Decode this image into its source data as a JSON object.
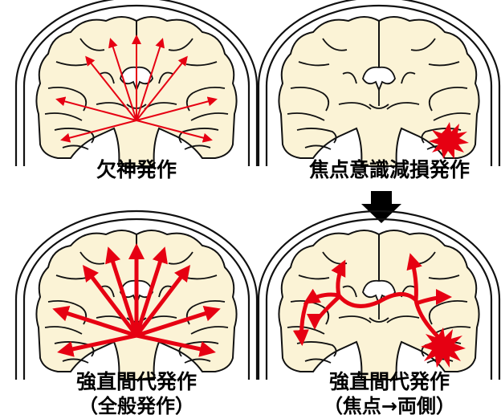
{
  "colors": {
    "brain_fill": "#fbf3d6",
    "outline": "#111111",
    "arrow_red": "#e60012",
    "focus_red": "#e60012",
    "transition_arrow": "#000000"
  },
  "panels": [
    {
      "id": "absence",
      "caption": "欠神発作"
    },
    {
      "id": "focal_impaired",
      "caption": "焦点意識減損発作"
    },
    {
      "id": "generalized_tonic_clonic",
      "caption_line1": "強直間代発作",
      "caption_line2": "（全般発作）"
    },
    {
      "id": "focal_to_bilateral",
      "caption_line1": "強直間代発作",
      "caption_line2": "（焦点→両側）"
    }
  ],
  "icons": {
    "transition": "down-arrow-icon",
    "seizure_focus": "starburst-icon"
  }
}
